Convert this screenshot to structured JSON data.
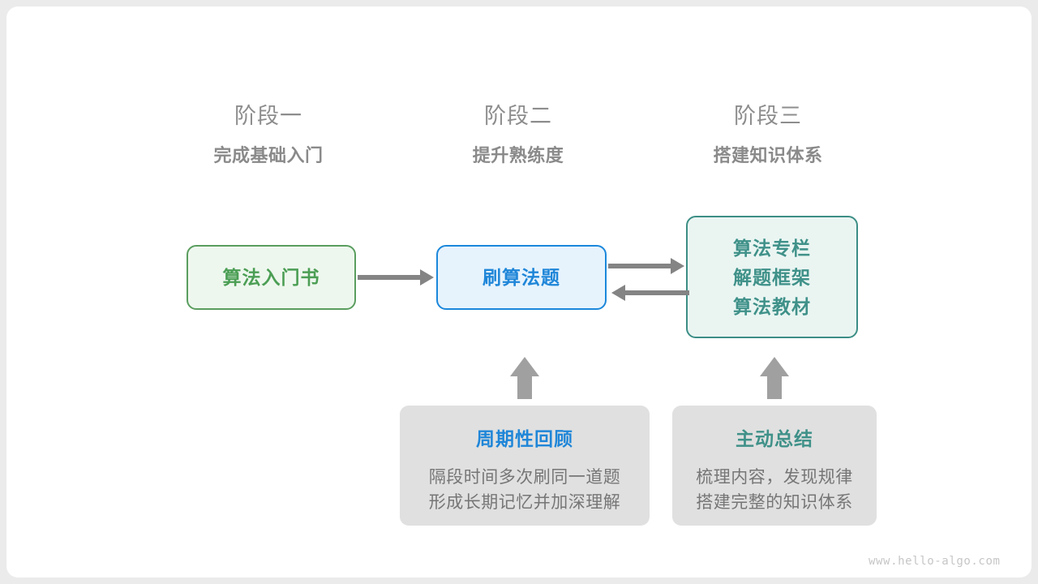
{
  "page": {
    "background_color": "#ebebeb",
    "panel_color": "#ffffff",
    "watermark": "www.hello-algo.com"
  },
  "colors": {
    "green": "#4b9e54",
    "blue": "#1f86d8",
    "teal": "#3f9189",
    "gray_text": "#8a8a8a",
    "gray_body": "#767676",
    "arrow": "#848484",
    "note_bg": "#e0e0e0"
  },
  "phases": [
    {
      "title": "阶段一",
      "subtitle": "完成基础入门"
    },
    {
      "title": "阶段二",
      "subtitle": "提升熟练度"
    },
    {
      "title": "阶段三",
      "subtitle": "搭建知识体系"
    }
  ],
  "nodes": {
    "book": {
      "lines": [
        "算法入门书"
      ],
      "color": "#4b9e54"
    },
    "practice": {
      "lines": [
        "刷算法题"
      ],
      "color": "#1f86d8"
    },
    "resources": {
      "lines": [
        "算法专栏",
        "解题框架",
        "算法教材"
      ],
      "color": "#3f9189"
    }
  },
  "notes": [
    {
      "title": "周期性回顾",
      "title_color": "#1f86d8",
      "body_lines": [
        "隔段时间多次刷同一道题",
        "形成长期记忆并加深理解"
      ]
    },
    {
      "title": "主动总结",
      "title_color": "#3f9189",
      "body_lines": [
        "梳理内容，发现规律",
        "搭建完整的知识体系"
      ]
    }
  ],
  "arrows": [
    {
      "name": "book-to-practice",
      "direction": "right"
    },
    {
      "name": "practice-to-resources",
      "direction": "right"
    },
    {
      "name": "resources-to-practice",
      "direction": "left"
    },
    {
      "name": "review-up",
      "direction": "up"
    },
    {
      "name": "summary-up",
      "direction": "up"
    }
  ]
}
